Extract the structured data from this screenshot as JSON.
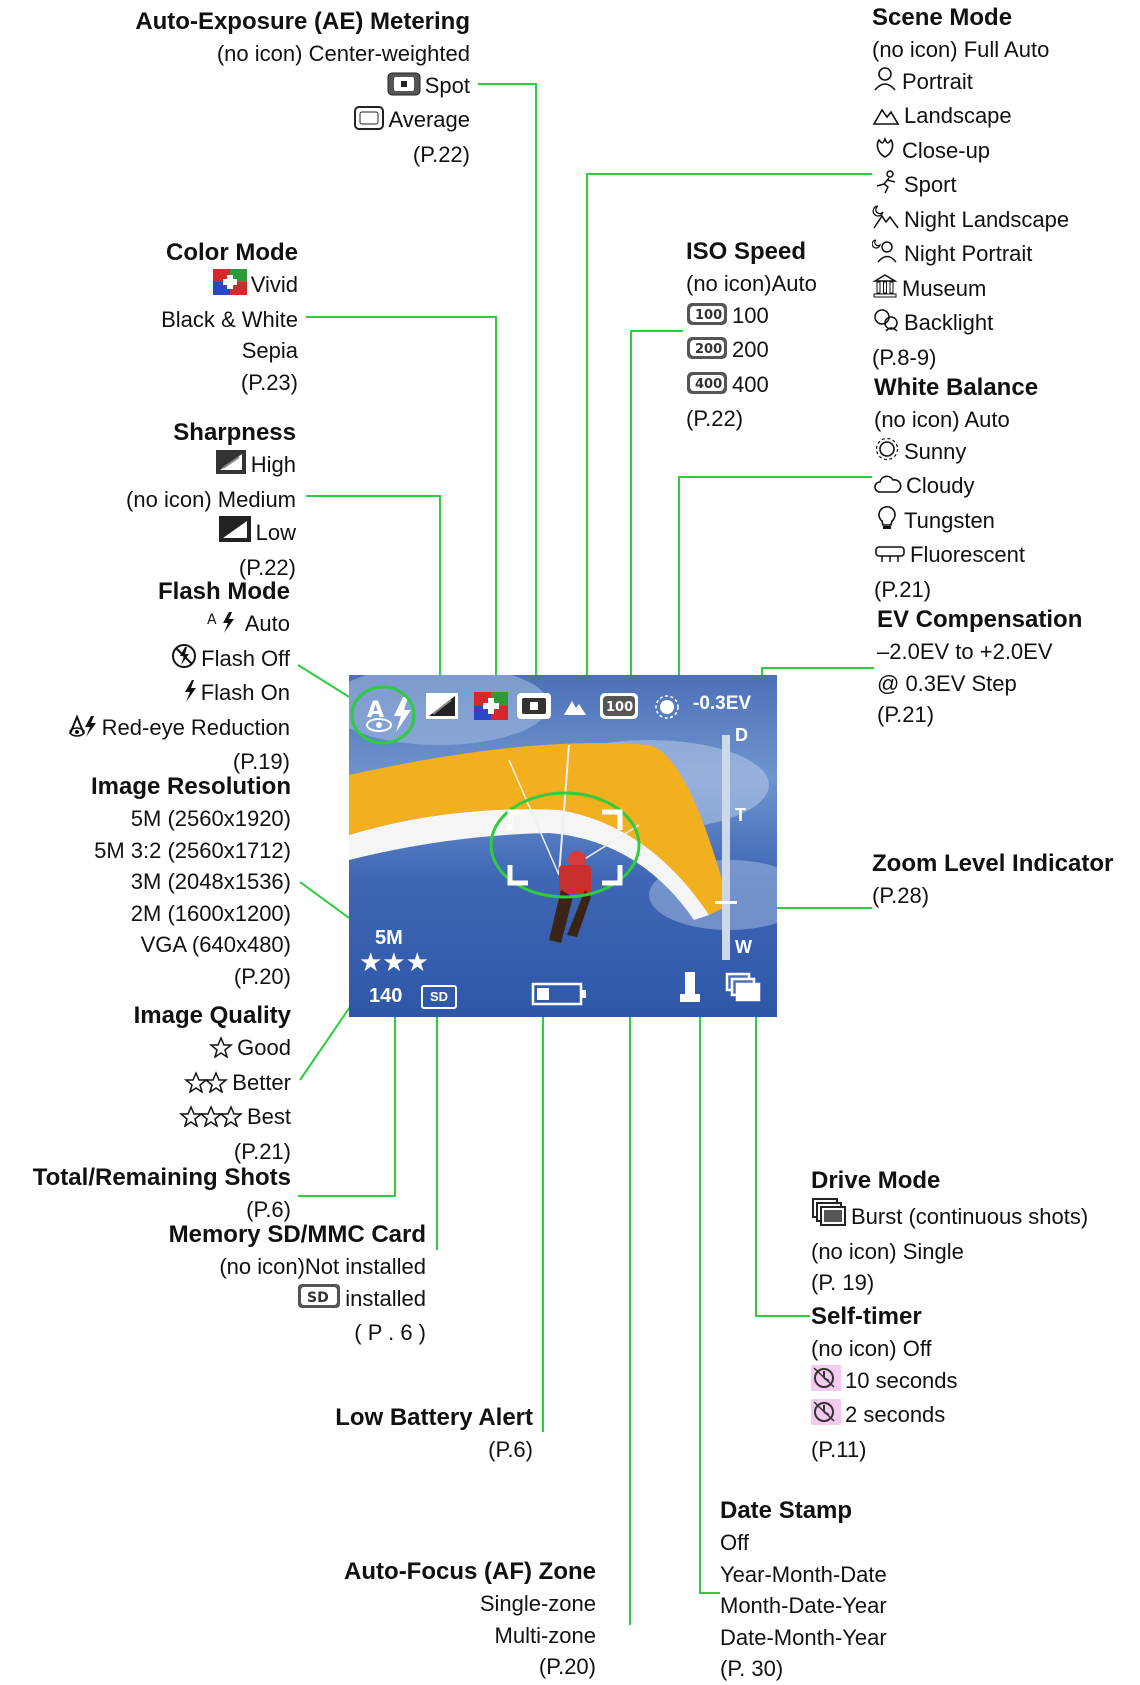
{
  "colors": {
    "leader": "#2ecc40",
    "screen_sky": "#4c70b7",
    "glider": "#f2b01e"
  },
  "sections": {
    "ae_metering": {
      "title": "Auto-Exposure (AE) Metering",
      "lines": [
        {
          "text": "(no icon)  Center-weighted"
        },
        {
          "icon": "spot-metering-icon",
          "text": "Spot"
        },
        {
          "icon": "average-metering-icon",
          "text": "Average"
        },
        {
          "text": "(P.22)"
        }
      ]
    },
    "color_mode": {
      "title": "Color Mode",
      "lines": [
        {
          "icon": "vivid-color-icon",
          "text": "Vivid"
        },
        {
          "text": "Black & White"
        },
        {
          "text": "Sepia"
        },
        {
          "text": "(P.23)"
        }
      ]
    },
    "sharpness": {
      "title": "Sharpness",
      "lines": [
        {
          "icon": "sharpness-high-icon",
          "text": "High"
        },
        {
          "text": "(no icon) Medium"
        },
        {
          "icon": "sharpness-low-icon",
          "text": "Low"
        },
        {
          "text": "(P.22)"
        }
      ]
    },
    "flash_mode": {
      "title": "Flash Mode",
      "lines": [
        {
          "icon": "flash-auto-icon",
          "text": "Auto"
        },
        {
          "icon": "flash-off-icon",
          "text": "Flash  Off"
        },
        {
          "icon": "flash-on-icon",
          "text": "Flash On"
        },
        {
          "icon": "red-eye-icon",
          "text": "Red-eye Reduction"
        },
        {
          "text": "(P.19)"
        }
      ]
    },
    "image_resolution": {
      "title": "Image Resolution",
      "lines": [
        {
          "text": "5M (2560x1920)"
        },
        {
          "text": "5M  3:2  (2560x1712)"
        },
        {
          "text": "3M  (2048x1536)"
        },
        {
          "text": "2M  (1600x1200)"
        },
        {
          "text": "VGA  (640x480)"
        },
        {
          "text": "(P.20)"
        }
      ]
    },
    "image_quality": {
      "title": "Image Quality",
      "lines": [
        {
          "icon": "star-1-icon",
          "text": "Good"
        },
        {
          "icon": "star-2-icon",
          "text": "Better"
        },
        {
          "icon": "star-3-icon",
          "text": "Best"
        },
        {
          "text": "(P.21)"
        }
      ]
    },
    "total_shots": {
      "title": "Total/Remaining Shots",
      "lines": [
        {
          "text": "(P.6)"
        }
      ]
    },
    "memory_card": {
      "title": "Memory SD/MMC Card",
      "lines": [
        {
          "text": "(no icon)Not installed"
        },
        {
          "icon": "sd-card-icon",
          "text": "installed"
        },
        {
          "text": "( P . 6 )"
        }
      ]
    },
    "low_battery": {
      "title": "Low Battery Alert",
      "lines": [
        {
          "text": "(P.6)"
        }
      ]
    },
    "af_zone": {
      "title": "Auto-Focus (AF) Zone",
      "lines": [
        {
          "text": "Single-zone"
        },
        {
          "text": "Multi-zone"
        },
        {
          "text": "(P.20)"
        }
      ]
    },
    "scene_mode": {
      "title": "Scene Mode",
      "lines": [
        {
          "text": "(no icon) Full Auto"
        },
        {
          "icon": "portrait-icon",
          "text": "Portrait"
        },
        {
          "icon": "landscape-icon",
          "text": "Landscape"
        },
        {
          "icon": "close-up-icon",
          "text": "Close-up"
        },
        {
          "icon": "sport-icon",
          "text": "Sport"
        },
        {
          "icon": "night-landscape-icon",
          "text": "Night  Landscape"
        },
        {
          "icon": "night-portrait-icon",
          "text": "Night  Portrait"
        },
        {
          "icon": "museum-icon",
          "text": "Museum"
        },
        {
          "icon": "backlight-icon",
          "text": "Backlight"
        },
        {
          "text": "(P.8-9)"
        }
      ]
    },
    "iso_speed": {
      "title": "ISO Speed",
      "lines": [
        {
          "text": "(no icon)Auto"
        },
        {
          "icon": "iso-100-icon",
          "text": "100"
        },
        {
          "icon": "iso-200-icon",
          "text": "200"
        },
        {
          "icon": "iso-400-icon",
          "text": "400"
        },
        {
          "text": "(P.22)"
        }
      ]
    },
    "white_balance": {
      "title": "White Balance",
      "lines": [
        {
          "text": "(no icon) Auto"
        },
        {
          "icon": "sunny-icon",
          "text": "Sunny"
        },
        {
          "icon": "cloudy-icon",
          "text": "Cloudy"
        },
        {
          "icon": "tungsten-icon",
          "text": "Tungsten"
        },
        {
          "icon": "fluorescent-icon",
          "text": "Fluorescent"
        },
        {
          "text": "(P.21)"
        }
      ]
    },
    "ev_compensation": {
      "title": "EV Compensation",
      "lines": [
        {
          "text": "–2.0EV to +2.0EV"
        },
        {
          "text": "@ 0.3EV Step"
        },
        {
          "text": "(P.21)"
        }
      ]
    },
    "zoom_level": {
      "title": "Zoom Level Indicator",
      "lines": [
        {
          "text": "(P.28)"
        }
      ]
    },
    "drive_mode": {
      "title": "Drive Mode",
      "lines": [
        {
          "icon": "burst-icon",
          "text": "Burst (continuous shots)"
        },
        {
          "text": "(no icon) Single"
        },
        {
          "text": "(P. 19)"
        }
      ]
    },
    "self_timer": {
      "title": "Self-timer",
      "lines": [
        {
          "text": "(no icon) Off"
        },
        {
          "icon": "timer-10-icon",
          "text": "10 seconds"
        },
        {
          "icon": "timer-2-icon",
          "text": "2 seconds"
        },
        {
          "text": "(P.11)"
        }
      ]
    },
    "date_stamp": {
      "title": "Date Stamp",
      "lines": [
        {
          "text": "Off"
        },
        {
          "text": "Year-Month-Date"
        },
        {
          "text": "Month-Date-Year"
        },
        {
          "text": "Date-Month-Year"
        },
        {
          "text": "(P. 30)"
        }
      ]
    }
  },
  "screen": {
    "ev_value": "-0.3EV",
    "iso_badge": "100",
    "resolution": "5M",
    "quality_stars": "★★★",
    "shots": "140",
    "card": "SD",
    "zoom_top": "D",
    "zoom_mid": "T",
    "zoom_bottom": "W"
  }
}
